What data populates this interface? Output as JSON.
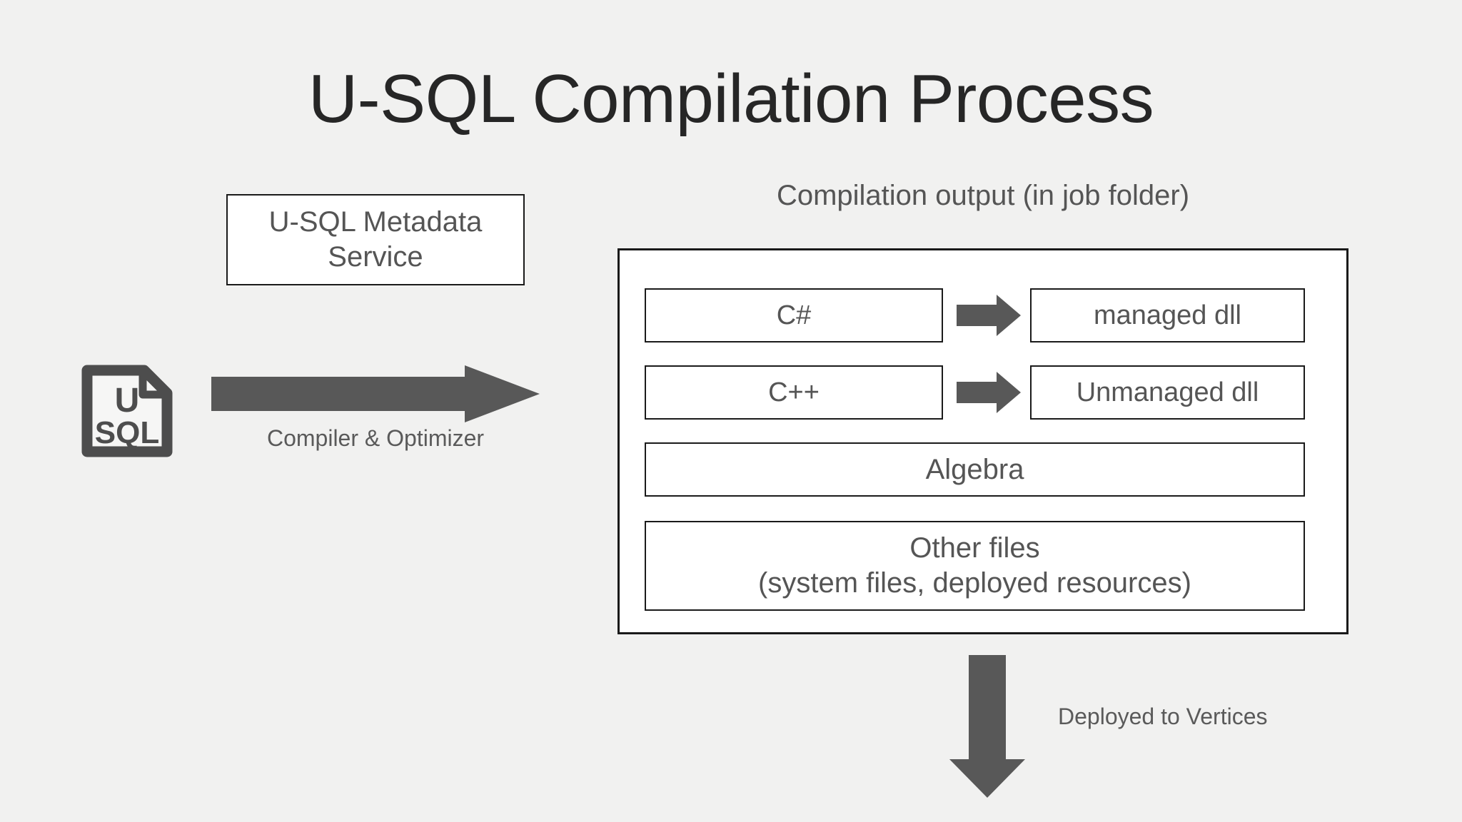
{
  "slide": {
    "title": "U-SQL Compilation Process",
    "background_color": "#f1f1f0",
    "accent_color": "#585858",
    "text_color": "#555555",
    "border_color": "#1a1a1a"
  },
  "metadata_service": {
    "line1": "U-SQL Metadata",
    "line2": "Service"
  },
  "source": {
    "icon_label_top": "U",
    "icon_label_bottom": "SQL"
  },
  "compiler": {
    "arrow_label": "Compiler & Optimizer"
  },
  "compilation_output": {
    "header": "Compilation output (in job folder)",
    "rows": [
      {
        "source": "C#",
        "output": "managed dll"
      },
      {
        "source": "C++",
        "output": "Unmanaged dll"
      }
    ],
    "algebra": "Algebra",
    "other_files": {
      "line1": "Other files",
      "line2": "(system files, deployed resources)"
    }
  },
  "deploy": {
    "label": "Deployed to Vertices"
  }
}
